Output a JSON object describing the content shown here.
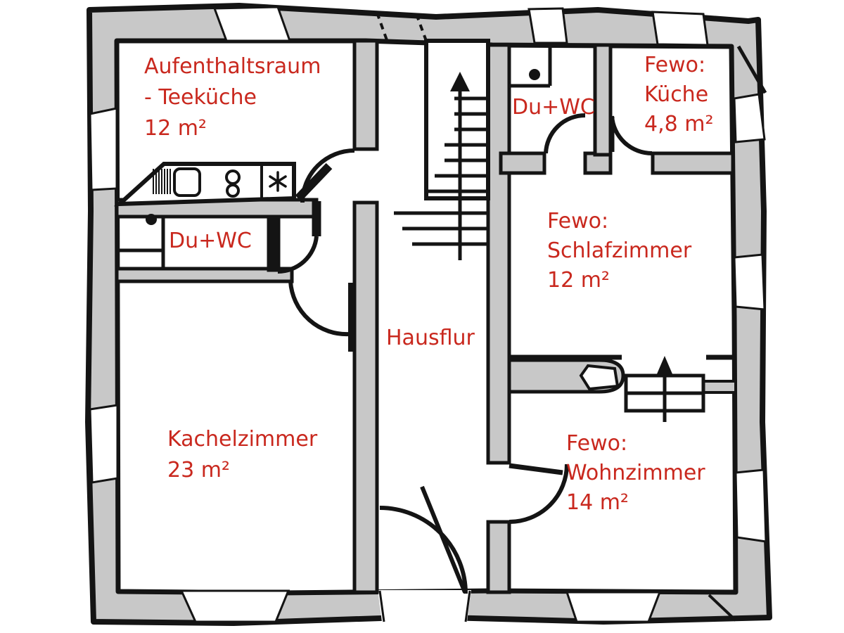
{
  "plan": {
    "type": "floor-plan",
    "rooms": [
      {
        "id": "aufenthaltsraum",
        "lines": [
          "Aufenthaltsraum",
          "- Teeküche",
          "12 m²"
        ]
      },
      {
        "id": "du-wc-left",
        "lines": [
          "Du+WC"
        ]
      },
      {
        "id": "kachelzimmer",
        "lines": [
          "Kachelzimmer",
          "23 m²"
        ]
      },
      {
        "id": "hausflur",
        "lines": [
          "Hausflur"
        ]
      },
      {
        "id": "fewo-du-wc",
        "lines": [
          "Du+WC"
        ]
      },
      {
        "id": "fewo-kueche",
        "lines": [
          "Fewo:",
          "Küche",
          "4,8 m²"
        ]
      },
      {
        "id": "fewo-schlafzimmer",
        "lines": [
          "Fewo:",
          "Schlafzimmer",
          "12 m²"
        ]
      },
      {
        "id": "fewo-wohnzimmer",
        "lines": [
          "Fewo:",
          "Wohnzimmer",
          "14 m²"
        ]
      }
    ],
    "colors": {
      "label_red": "#c9281e",
      "wall_gray": "#c8c8c8",
      "line_black": "#141414",
      "background": "#ffffff"
    }
  }
}
